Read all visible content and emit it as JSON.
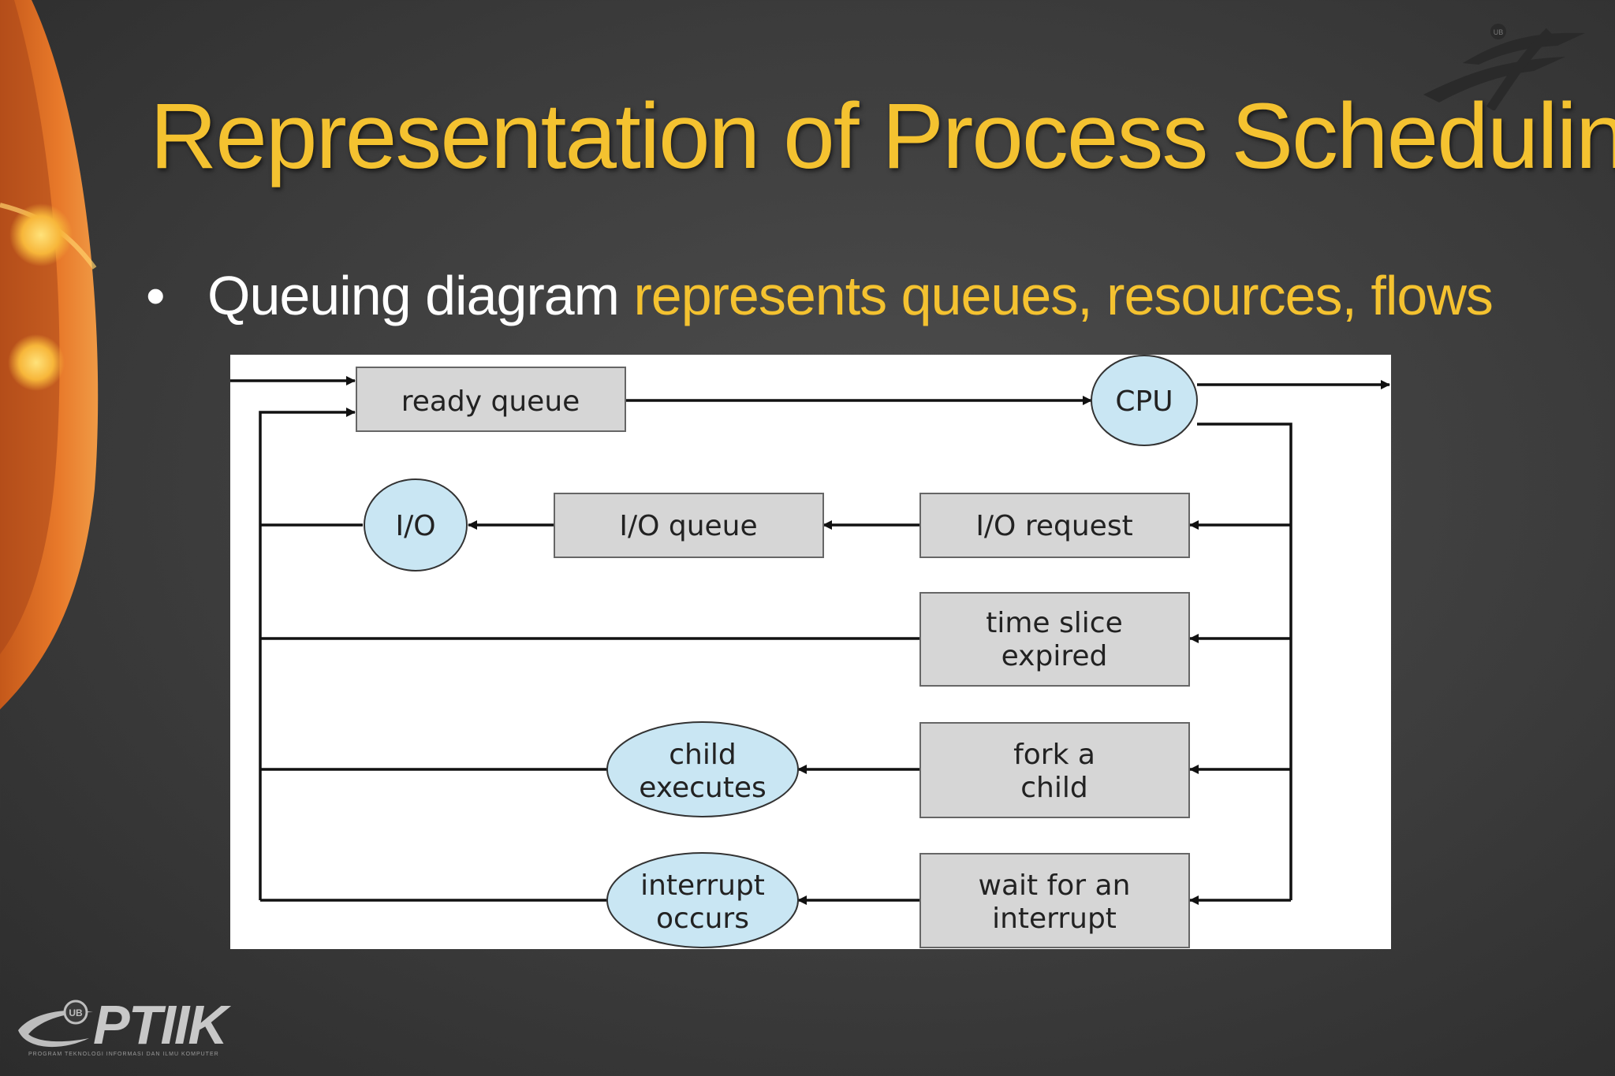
{
  "slide": {
    "title": "Representation of Process Scheduling",
    "bullet": {
      "lead": "Queuing diagram",
      "rest": "represents queues, resources, flows"
    },
    "logo": {
      "name": "PTIIK",
      "badge": "UB",
      "tagline": "PROGRAM TEKNOLOGI INFORMASI DAN ILMU KOMPUTER"
    },
    "colors": {
      "title": "#f4c230",
      "accent_orange": "#e8792a",
      "node_rect": "#d6d6d6",
      "node_ellipse": "#c9e6f3"
    }
  },
  "diagram": {
    "nodes": {
      "ready_queue": "ready queue",
      "cpu": "CPU",
      "io": "I/O",
      "io_queue": "I/O queue",
      "io_request": "I/O request",
      "time_slice_1": "time slice",
      "time_slice_2": "expired",
      "child_executes_1": "child",
      "child_executes_2": "executes",
      "fork_1": "fork a",
      "fork_2": "child",
      "interrupt_occurs_1": "interrupt",
      "interrupt_occurs_2": "occurs",
      "wait_1": "wait for an",
      "wait_2": "interrupt"
    }
  }
}
